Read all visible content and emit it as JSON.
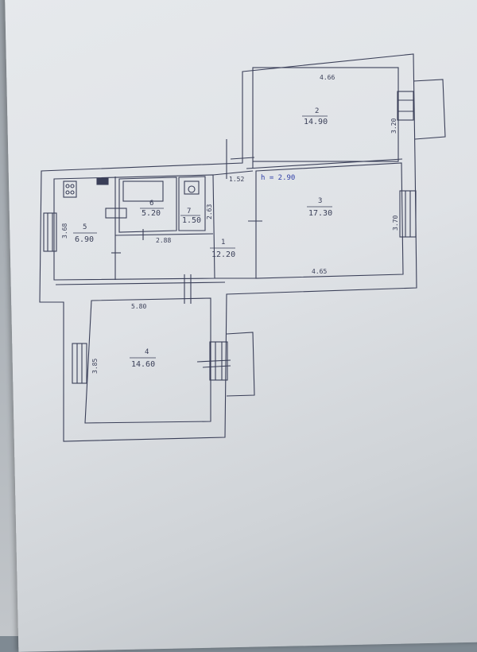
{
  "rooms": [
    {
      "id": "1",
      "area": "12.20"
    },
    {
      "id": "2",
      "area": "14.90"
    },
    {
      "id": "3",
      "area": "17.30"
    },
    {
      "id": "4",
      "area": "14.60"
    },
    {
      "id": "5",
      "area": "6.90"
    },
    {
      "id": "6",
      "area": "5.20"
    },
    {
      "id": "7",
      "area": "1.50"
    }
  ],
  "dimensions": {
    "room2_width": "4.66",
    "room2_depth": "3.20",
    "room3_depth": "3.70",
    "room3_width": "4.65",
    "corridor_width": "1.52",
    "ceiling_height": "h = 2.90",
    "hall_width": "2.88",
    "hall_depth": "2.63",
    "room5_depth": "3.68",
    "room4_width": "5.80",
    "room4_depth": "3.85"
  },
  "colors": {
    "line": "#3a3f58",
    "ink_blue": "#2f3fa8",
    "paper": "#e3e6e9"
  }
}
